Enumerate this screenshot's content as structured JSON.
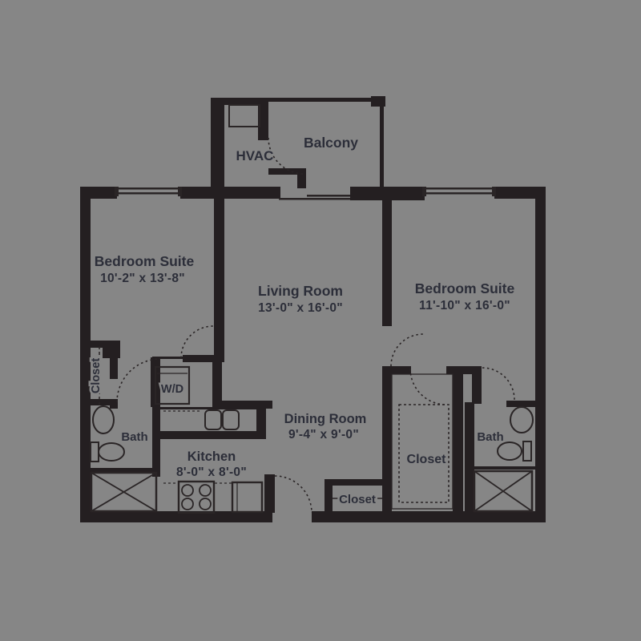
{
  "colors": {
    "background": "#868686",
    "wall": "#241f21",
    "line": "#2a2526",
    "label": "#2c2e39"
  },
  "rooms": {
    "balcony": {
      "name": "Balcony"
    },
    "hvac": {
      "name": "HVAC"
    },
    "bedroom_left": {
      "name": "Bedroom Suite",
      "dims": "10'-2\" x 13'-8\""
    },
    "living": {
      "name": "Living Room",
      "dims": "13'-0\" x 16'-0\""
    },
    "bedroom_right": {
      "name": "Bedroom Suite",
      "dims": "11'-10\" x 16'-0\""
    },
    "dining": {
      "name": "Dining Room",
      "dims": "9'-4\" x 9'-0\""
    },
    "kitchen": {
      "name": "Kitchen",
      "dims": "8'-0\" x 8'-0\""
    },
    "bath_left": {
      "name": "Bath"
    },
    "bath_right": {
      "name": "Bath"
    },
    "closet_left": {
      "name": "Closet"
    },
    "closet_entry": {
      "name": "Closet"
    },
    "closet_walkin": {
      "name": "Closet"
    },
    "laundry": {
      "name": "W/D"
    }
  }
}
